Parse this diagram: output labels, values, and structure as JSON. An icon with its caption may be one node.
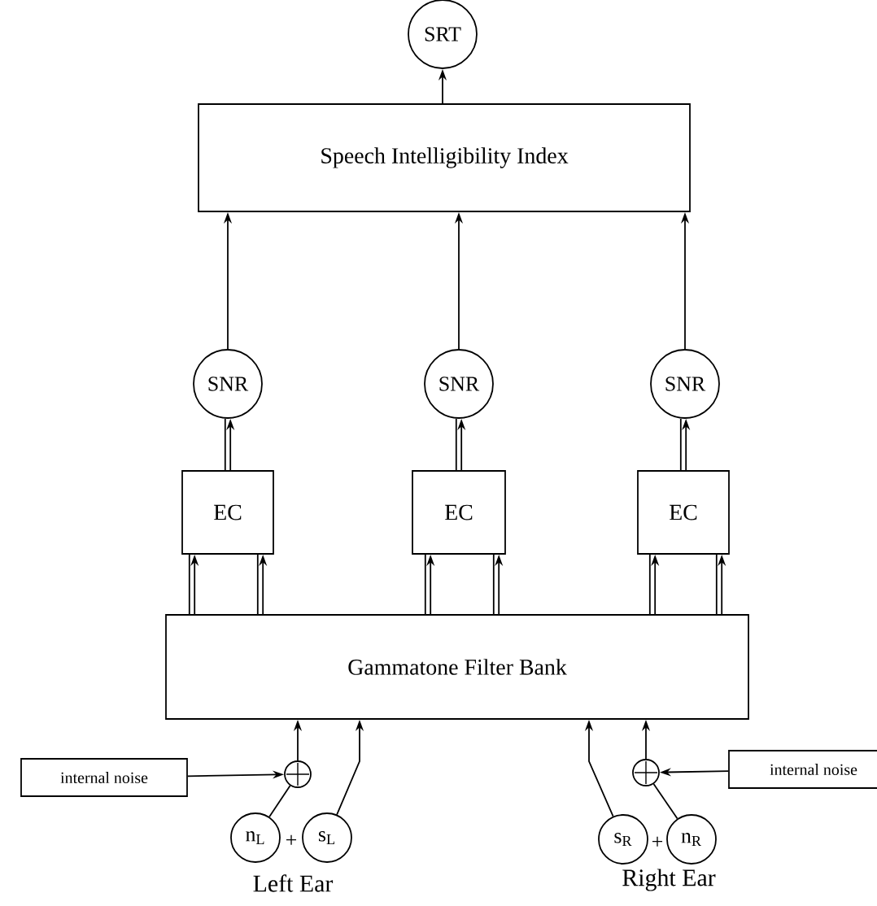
{
  "diagram": {
    "nodes": [
      {
        "text": [
          "SRT"
        ]
      },
      {
        "text": [
          "Speech Intelligibility Index"
        ]
      },
      {
        "text": [
          "SNR"
        ]
      },
      {
        "text": [
          "SNR"
        ]
      },
      {
        "text": [
          "SNR"
        ]
      },
      {
        "text": [
          "EC"
        ]
      },
      {
        "text": [
          "EC"
        ]
      },
      {
        "text": [
          "EC"
        ]
      },
      {
        "text": [
          "Gammatone Filter Bank"
        ]
      },
      {
        "text": [
          "internal noise"
        ]
      },
      {
        "text": [],
        "shape": "circle"
      },
      {
        "text": [
          "n$_{L}$"
        ]
      },
      {
        "text": [
          "s$_{L}$"
        ]
      },
      {
        "text": [
          "s$_{R}$"
        ]
      },
      {
        "text": [
          "n$_{R}$"
        ]
      },
      {
        "text": [],
        "shape": "circle"
      },
      {
        "text": [
          "internal noise"
        ]
      }
    ],
    "edges": [
      {
        "from": 1,
        "to": 0,
        "arrow": "to"
      },
      {
        "from": 2,
        "to": 1,
        "arrow": "to"
      },
      {
        "from": 3,
        "to": 1,
        "arrow": "to"
      },
      {
        "from": 4,
        "to": 1,
        "arrow": "to"
      },
      {
        "from": 5,
        "to": 2,
        "arrow": "to"
      },
      {
        "from": 6,
        "to": 3,
        "arrow": "to"
      },
      {
        "from": 7,
        "to": 4,
        "arrow": "to"
      },
      {
        "from": 8,
        "to": 5,
        "arrow": "to"
      },
      {
        "from": 8,
        "to": 5,
        "arrow": "to"
      },
      {
        "from": 8,
        "to": 6,
        "arrow": "to"
      },
      {
        "from": 8,
        "to": 6,
        "arrow": "to"
      },
      {
        "from": 8,
        "to": 7,
        "arrow": "to"
      },
      {
        "from": 8,
        "to": 7,
        "arrow": "to"
      },
      {
        "from": 9,
        "to": 10,
        "arrow": "to"
      },
      {
        "from": 11,
        "to": 10,
        "arrow": "none"
      },
      {
        "from": 10,
        "to": 8,
        "arrow": "to"
      },
      {
        "from": 12,
        "to": 8,
        "arrow": "to"
      },
      {
        "from": 13,
        "to": 8,
        "arrow": "to"
      },
      {
        "from": 14,
        "to": 15,
        "arrow": "none"
      },
      {
        "from": 15,
        "to": 8,
        "arrow": "to"
      },
      {
        "from": 16,
        "to": 15,
        "arrow": "to"
      }
    ],
    "labels": [
      "+",
      "+",
      "Left Ear",
      "Right Ear"
    ]
  }
}
